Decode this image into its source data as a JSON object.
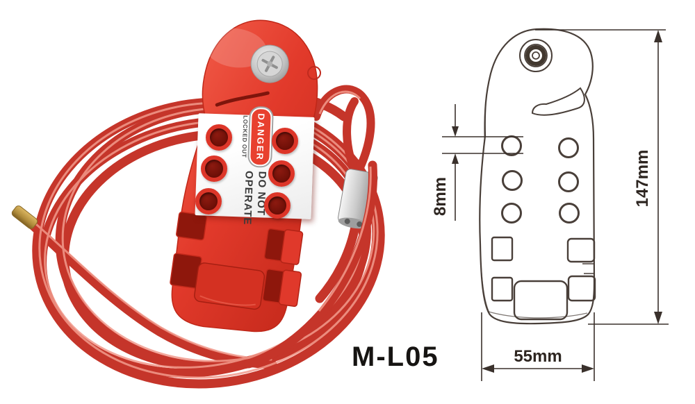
{
  "model_label": "M-L05",
  "photo_label": {
    "badge_text": "DANGER",
    "sub_text": "LOCKED OUT",
    "warning_line1": "DO NOT",
    "warning_line2": "OPERATE"
  },
  "diagram_dimensions": {
    "hole_diameter": "8mm",
    "overall_height": "147mm",
    "body_width": "55mm"
  },
  "colors": {
    "device_red": "#e23a2b",
    "device_red_dark": "#a81e12",
    "cable_red": "#c5352a",
    "cable_highlight": "#f29a8c",
    "danger_badge_red": "#e8402f",
    "label_white": "#fbfbfb",
    "ferrule_silver": "#c9c9c9",
    "tip_brass": "#b08c3c",
    "drawing_line": "#493f39",
    "text_black": "#161412"
  }
}
